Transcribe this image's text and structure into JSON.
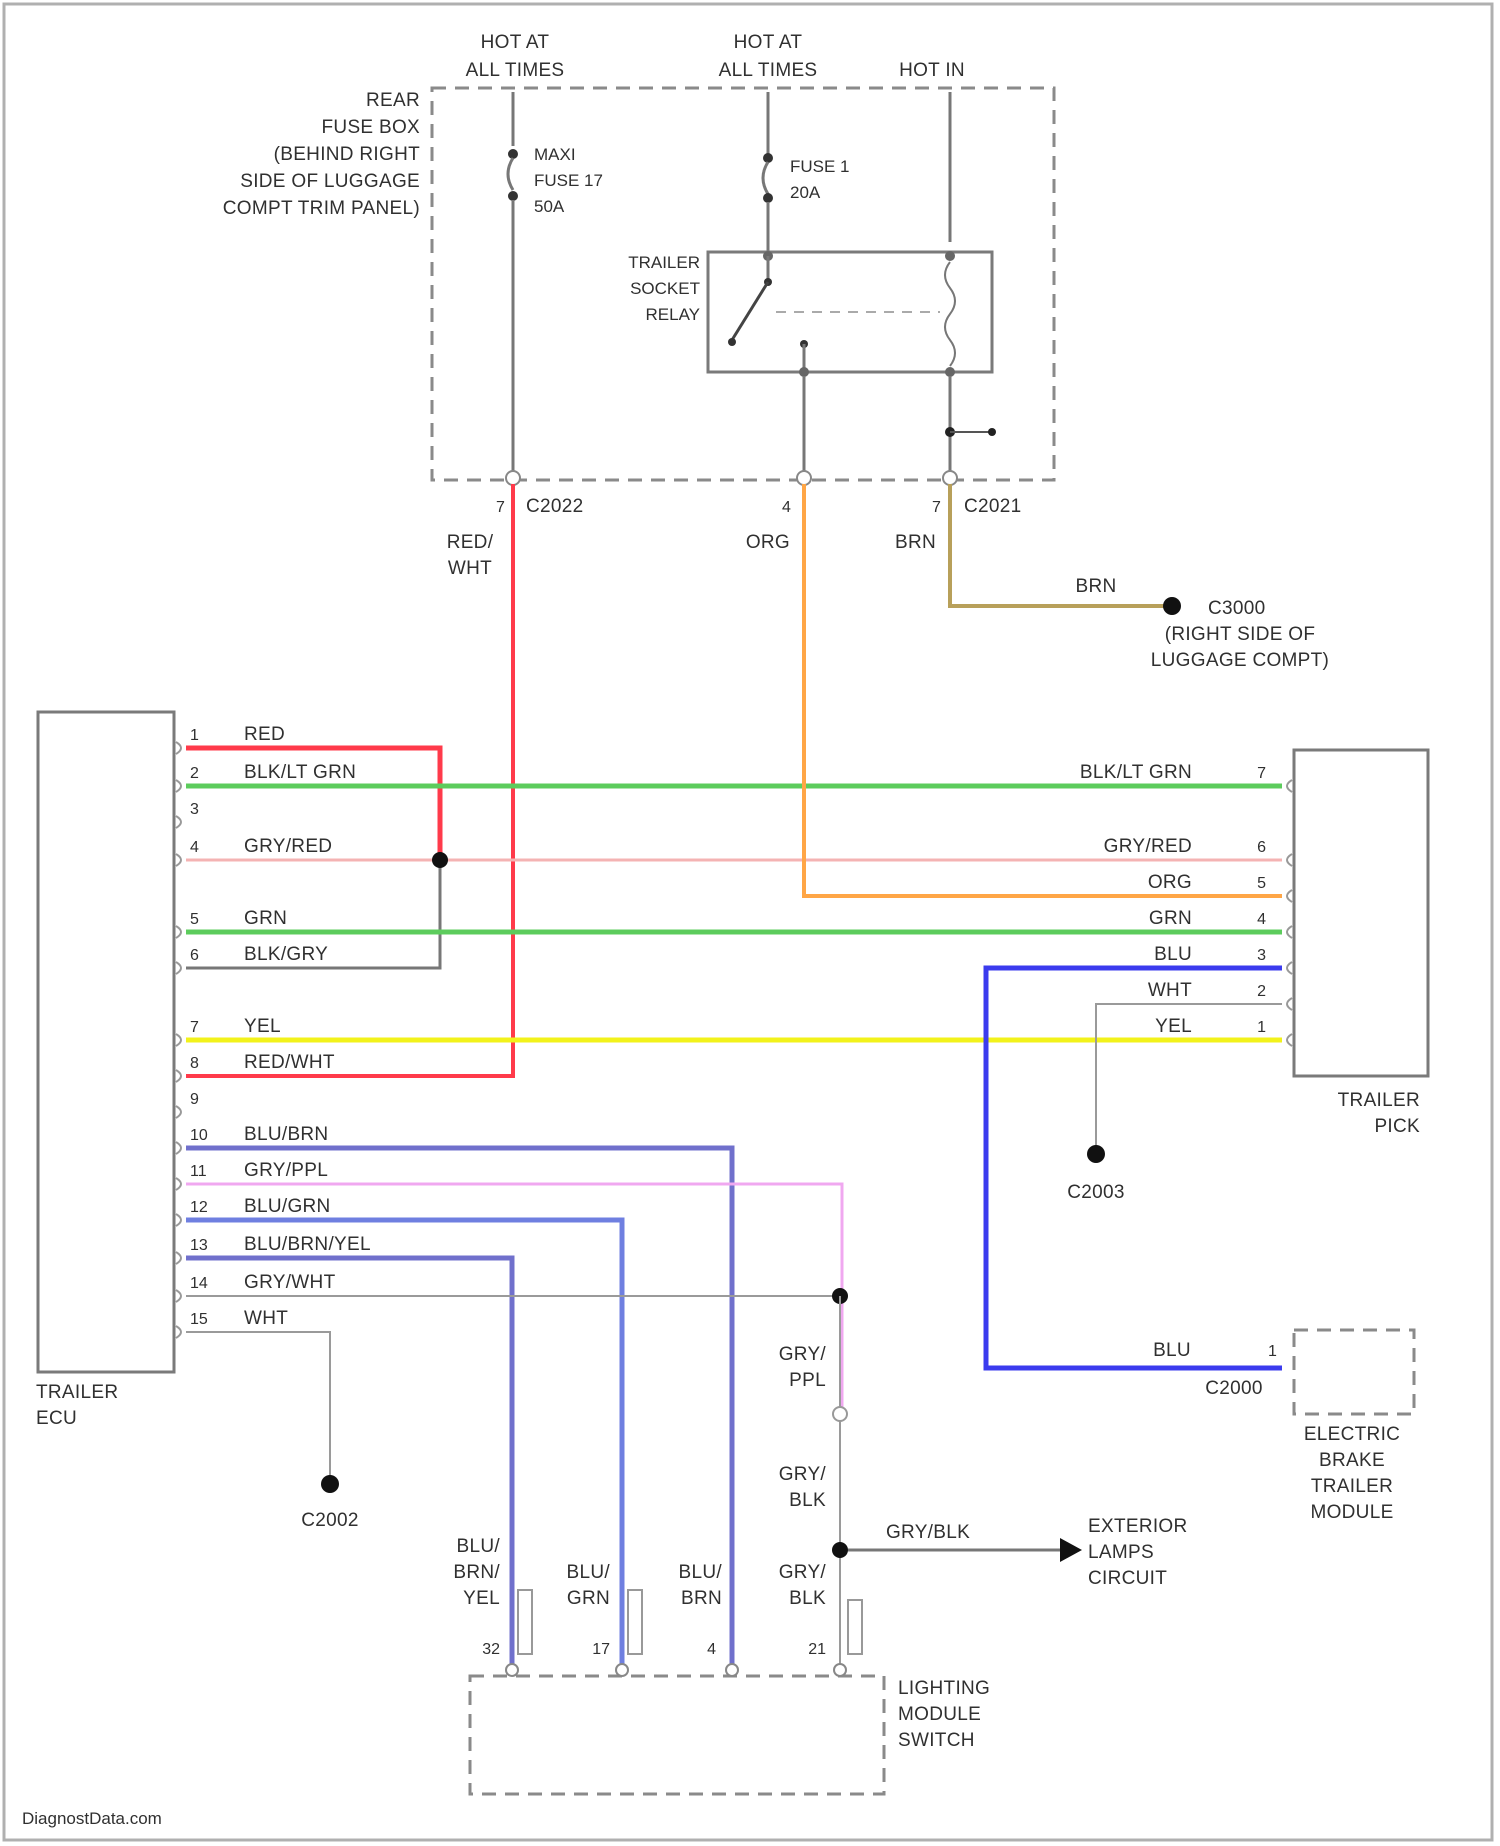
{
  "colors": {
    "red": "#ff3a4a",
    "green": "#5ccc5c",
    "pink": "#f4b3b3",
    "orange": "#ffa646",
    "tan": "#b8a05a",
    "yellow": "#f2f21a",
    "blue": "#3b3bee",
    "violet": "#7070cc",
    "lightblue": "#6f7fe0",
    "magenta": "#f0a8f0",
    "gray": "#777777"
  },
  "power": {
    "hot1": [
      "HOT AT",
      "ALL TIMES"
    ],
    "hot2": [
      "HOT AT",
      "ALL TIMES"
    ],
    "hot3": "HOT IN"
  },
  "fuse_box": {
    "label": [
      "REAR",
      "FUSE BOX",
      "(BEHIND RIGHT",
      "SIDE OF LUGGAGE",
      "COMPT TRIM PANEL)"
    ],
    "maxi_fuse": [
      "MAXI",
      "FUSE 17",
      "50A"
    ],
    "fuse1": [
      "FUSE 1",
      "20A"
    ],
    "relay": [
      "TRAILER",
      "SOCKET",
      "RELAY"
    ],
    "conn_c2022": "C2022",
    "conn_c2021": "C2021",
    "pin_a": "7",
    "pin_b": "4",
    "pin_c": "7"
  },
  "wires_top": {
    "red_wht": [
      "RED/",
      "WHT"
    ],
    "org": "ORG",
    "brn": "BRN",
    "brn2": "BRN"
  },
  "ground_c3": {
    "name": "C3000",
    "location": [
      "(RIGHT SIDE OF",
      "LUGGAGE COMPT)"
    ]
  },
  "ecu": {
    "label": [
      "TRAILER",
      "ECU"
    ],
    "pins": [
      {
        "n": "1",
        "w": "RED"
      },
      {
        "n": "2",
        "w": "BLK/LT GRN"
      },
      {
        "n": "3",
        "w": ""
      },
      {
        "n": "4",
        "w": "GRY/RED"
      },
      {
        "n": "5",
        "w": "GRN"
      },
      {
        "n": "6",
        "w": "BLK/GRY"
      },
      {
        "n": "7",
        "w": "YEL"
      },
      {
        "n": "8",
        "w": "RED/WHT"
      },
      {
        "n": "9",
        "w": ""
      },
      {
        "n": "10",
        "w": "BLU/BRN"
      },
      {
        "n": "11",
        "w": "GRY/PPL"
      },
      {
        "n": "12",
        "w": "BLU/GRN"
      },
      {
        "n": "13",
        "w": "BLU/BRN/YEL"
      },
      {
        "n": "14",
        "w": "GRY/WHT"
      },
      {
        "n": "15",
        "w": "WHT"
      }
    ]
  },
  "pick": {
    "label": [
      "TRAILER",
      "PICK"
    ],
    "pins": [
      {
        "n": "7",
        "w": "BLK/LT GRN"
      },
      {
        "n": "6",
        "w": "GRY/RED"
      },
      {
        "n": "5",
        "w": "ORG"
      },
      {
        "n": "4",
        "w": "GRN"
      },
      {
        "n": "3",
        "w": "BLU"
      },
      {
        "n": "2",
        "w": "WHT"
      },
      {
        "n": "1",
        "w": "YEL"
      }
    ]
  },
  "grounds": {
    "g_pick": "C2003",
    "g_ecu": "C2002"
  },
  "brake": {
    "label": [
      "ELECTRIC",
      "BRAKE",
      "TRAILER",
      "MODULE"
    ],
    "pin": "1",
    "wire": "BLU",
    "conn": "C2000"
  },
  "splice_labels": {
    "gry_ppl": [
      "GRY/",
      "PPL"
    ],
    "gry_blk": [
      "GRY/",
      "BLK"
    ],
    "gry_blk_horiz": "GRY/BLK",
    "exterior": [
      "EXTERIOR",
      "LAMPS",
      "CIRCUIT"
    ]
  },
  "lms": {
    "label": [
      "LIGHTING",
      "MODULE",
      "SWITCH"
    ],
    "w1": [
      "BLU/",
      "BRN/",
      "YEL"
    ],
    "w2": [
      "BLU/",
      "GRN"
    ],
    "w3": [
      "BLU/",
      "BRN"
    ],
    "w4": [
      "GRY/",
      "BLK"
    ],
    "pins": [
      "32",
      "17",
      "4",
      "21"
    ]
  },
  "footer": "DiagnostData.com"
}
